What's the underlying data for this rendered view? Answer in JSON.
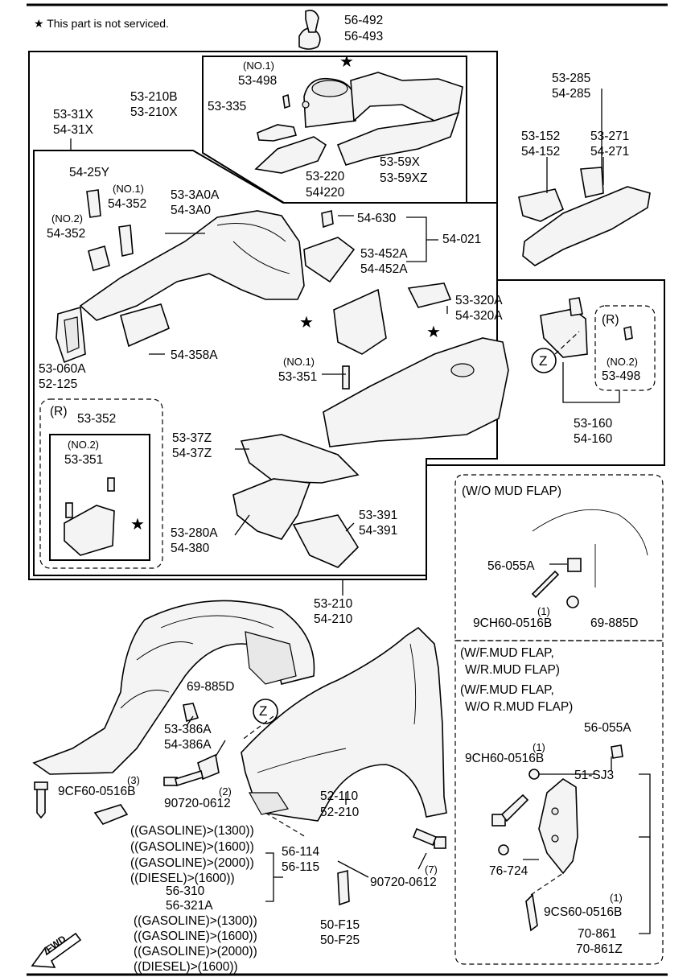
{
  "legend": {
    "star": "★",
    "text": "This part is not serviced."
  },
  "labels": {
    "p56_492": "56-492",
    "p56_493": "56-493",
    "no1_a": "(NO.1)",
    "p53_498": "53-498",
    "p53_210B": "53-210B",
    "p53_210X": "53-210X",
    "p53_335": "53-335",
    "p53_220": "53-220",
    "p54_220": "54-220",
    "p53_59X": "53-59X",
    "p53_59XZ": "53-59XZ",
    "p53_31X": "53-31X",
    "p54_31X": "54-31X",
    "p54_25Y": "54-25Y",
    "no1_b": "(NO.1)",
    "p54_352_a": "54-352",
    "no2_a": "(NO.2)",
    "p54_352_b": "54-352",
    "p53_3A0A": "53-3A0A",
    "p54_3A0": "54-3A0",
    "p54_630": "54-630",
    "p54_021": "54-021",
    "p53_452A": "53-452A",
    "p54_452A": "54-452A",
    "p53_285": "53-285",
    "p54_285": "54-285",
    "p53_152": "53-152",
    "p54_152": "54-152",
    "p53_271": "53-271",
    "p54_271": "54-271",
    "p53_320A": "53-320A",
    "p54_320A": "54-320A",
    "p54_358A": "54-358A",
    "p53_060A": "53-060A",
    "p52_125": "52-125",
    "no1_c": "(NO.1)",
    "p53_351": "53-351",
    "r_a": "(R)",
    "p53_352": "53-352",
    "no2_b": "(NO.2)",
    "p53_351_b": "53-351",
    "p53_37Z": "53-37Z",
    "p54_37Z": "54-37Z",
    "p53_280A": "53-280A",
    "p54_380": "54-380",
    "p53_391": "53-391",
    "p54_391": "54-391",
    "r_b": "(R)",
    "no2_c": "(NO.2)",
    "p53_498_b": "53-498",
    "z_a": "Z",
    "z_b": "Z",
    "p53_160": "53-160",
    "p54_160": "54-160",
    "p53_210": "53-210",
    "p54_210": "54-210",
    "womud": "(W/O MUD FLAP)",
    "p56_055A": "56-055A",
    "one_a": "(1)",
    "p9CH60_a": "9CH60-0516B",
    "p69_885D": "69-885D",
    "wf1": "(W/F.MUD FLAP,",
    "wf2": "W/R.MUD FLAP)",
    "wf3": "(W/F.MUD FLAP,",
    "wf4": "W/O R.MUD FLAP)",
    "p56_055A_b": "56-055A",
    "one_b": "(1)",
    "p9CH60_b": "9CH60-0516B",
    "p51_SJ3": "51-SJ3",
    "p76_724": "76-724",
    "one_c": "(1)",
    "p9CS60": "9CS60-0516B",
    "p70_861": "70-861",
    "p70_861Z": "70-861Z",
    "p69_885D_b": "69-885D",
    "p53_386A": "53-386A",
    "p54_386A": "54-386A",
    "two": "(2)",
    "p90720_a": "90720-0612",
    "three": "(3)",
    "p9CF60": "9CF60-0516B",
    "p52_110": "52-110",
    "p52_210": "52-210",
    "g1": "((GASOLINE)>(1300))",
    "g2": "((GASOLINE)>(1600))",
    "g3": "((GASOLINE)>(2000))",
    "g4": "((DIESEL)>(1600))",
    "p56_114": "56-114",
    "p56_115": "56-115",
    "p56_310": "56-310",
    "p56_321A": "56-321A",
    "g5": "((GASOLINE)>(1300))",
    "g6": "((GASOLINE)>(1600))",
    "g7": "((GASOLINE)>(2000))",
    "g8": "((DIESEL)>(1600))",
    "seven": "(7)",
    "p90720_b": "90720-0612",
    "p50_F15": "50-F15",
    "p50_F25": "50-F25",
    "fwd": "FWD"
  }
}
